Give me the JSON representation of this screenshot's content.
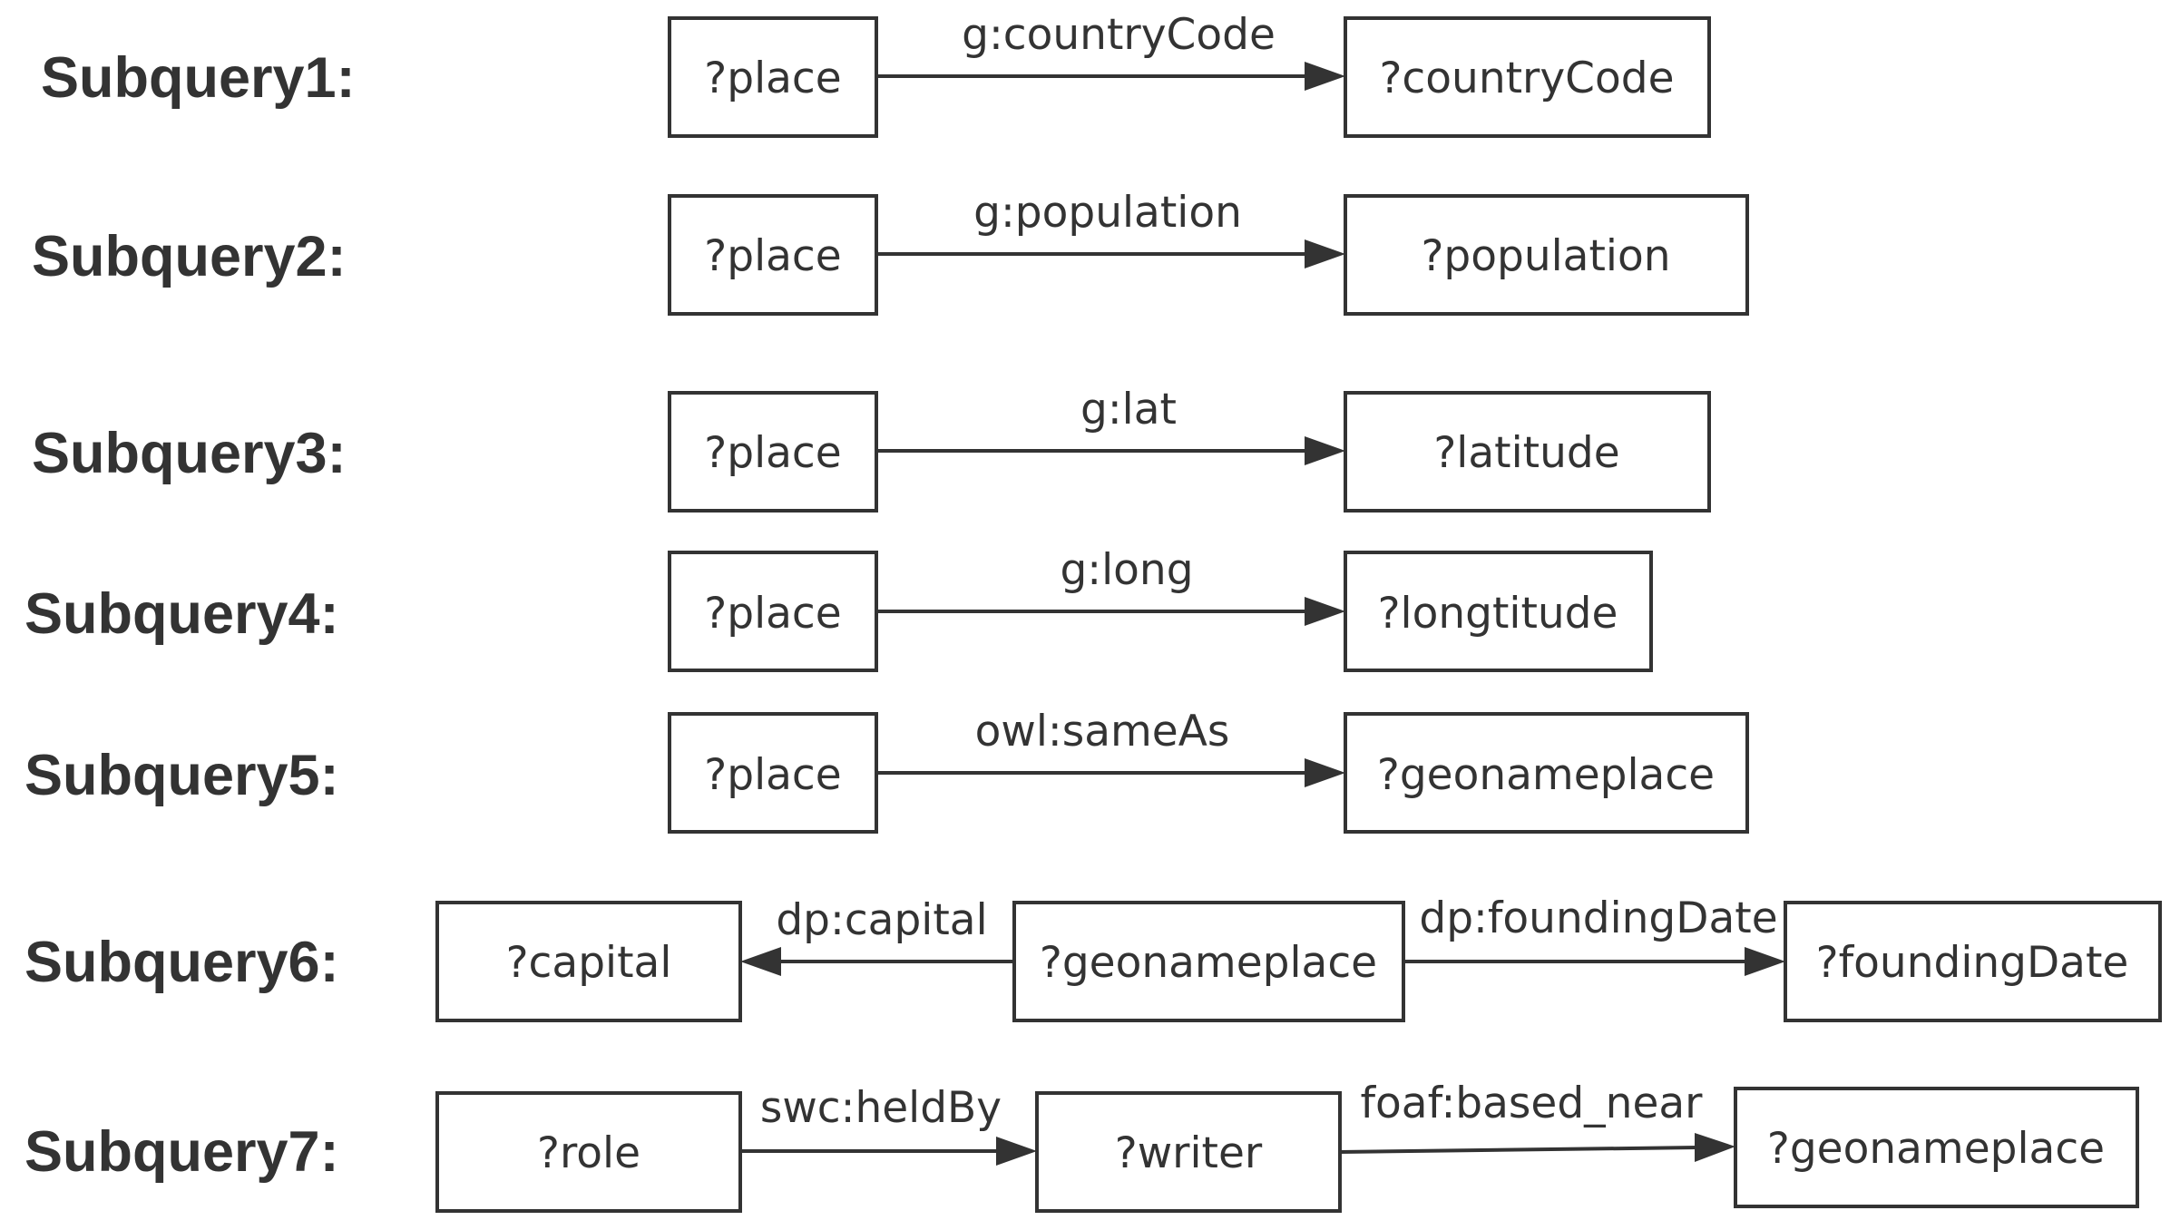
{
  "colors": {
    "ink": "#333333",
    "background": "#ffffff"
  },
  "subqueries": [
    {
      "label": "Subquery1:",
      "nodes": [
        "?place",
        "?countryCode"
      ],
      "edges": [
        {
          "label": "g:countryCode",
          "from": 0,
          "to": 1
        }
      ]
    },
    {
      "label": "Subquery2:",
      "nodes": [
        "?place",
        "?population"
      ],
      "edges": [
        {
          "label": "g:population",
          "from": 0,
          "to": 1
        }
      ]
    },
    {
      "label": "Subquery3:",
      "nodes": [
        "?place",
        "?latitude"
      ],
      "edges": [
        {
          "label": "g:lat",
          "from": 0,
          "to": 1
        }
      ]
    },
    {
      "label": "Subquery4:",
      "nodes": [
        "?place",
        "?longtitude"
      ],
      "edges": [
        {
          "label": "g:long",
          "from": 0,
          "to": 1
        }
      ]
    },
    {
      "label": "Subquery5:",
      "nodes": [
        "?place",
        "?geonameplace"
      ],
      "edges": [
        {
          "label": "owl:sameAs",
          "from": 0,
          "to": 1
        }
      ]
    },
    {
      "label": "Subquery6:",
      "nodes": [
        "?capital",
        "?geonameplace",
        "?foundingDate"
      ],
      "edges": [
        {
          "label": "dp:capital",
          "from": 1,
          "to": 0
        },
        {
          "label": "dp:foundingDate",
          "from": 1,
          "to": 2
        }
      ]
    },
    {
      "label": "Subquery7:",
      "nodes": [
        "?role",
        "?writer",
        "?geonameplace"
      ],
      "edges": [
        {
          "label": "swc:heldBy",
          "from": 0,
          "to": 1
        },
        {
          "label": "foaf:based_near",
          "from": 1,
          "to": 2
        }
      ]
    }
  ]
}
